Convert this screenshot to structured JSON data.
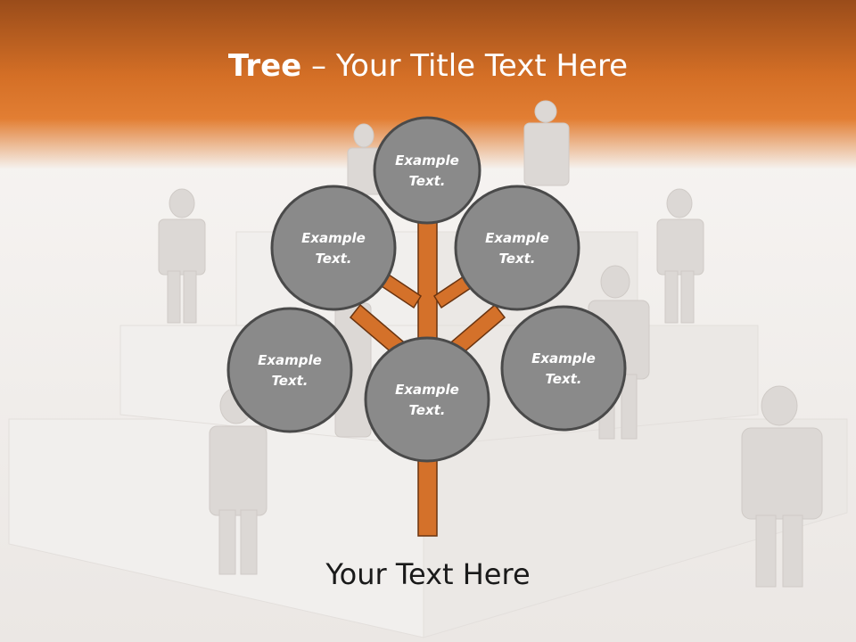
{
  "slide": {
    "title_bold": "Tree",
    "title_rest": " – Your Title Text Here",
    "caption": "Your Text Here"
  },
  "colors": {
    "header_orange": "#d8782e",
    "branch_orange": "#d4712a",
    "node_fill": "#8a8a8a",
    "node_stroke": "#4a4a4a",
    "text_white": "#ffffff"
  },
  "nodes": [
    {
      "line1": "Example",
      "line2": "Text."
    },
    {
      "line1": "Example",
      "line2": "Text."
    },
    {
      "line1": "Example",
      "line2": "Text."
    },
    {
      "line1": "Example",
      "line2": "Text."
    },
    {
      "line1": "Example",
      "line2": "Text."
    },
    {
      "line1": "Example",
      "line2": "Text."
    }
  ]
}
